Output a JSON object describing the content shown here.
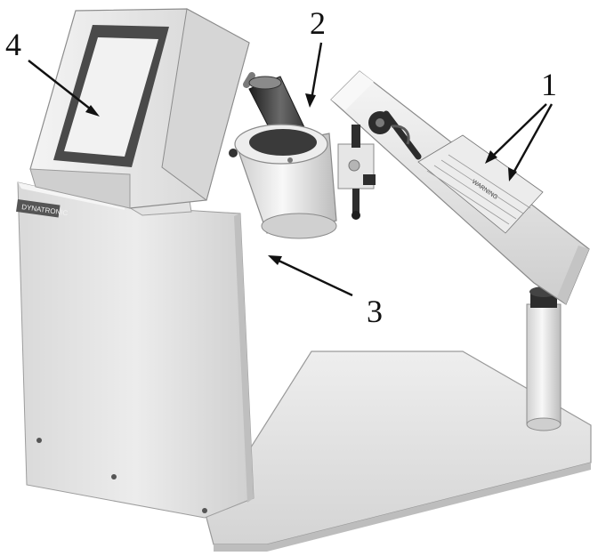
{
  "callouts": {
    "one": "1",
    "two": "2",
    "three": "3",
    "four": "4"
  },
  "device": {
    "brand": "DYNATRONIC",
    "warning_label": "WARNING"
  },
  "colors": {
    "background": "#ffffff",
    "device_body": "#e6e6e6",
    "device_shadow": "#bdbdbd",
    "dark_metal": "#3a3a3a",
    "label_text": "#111111"
  }
}
